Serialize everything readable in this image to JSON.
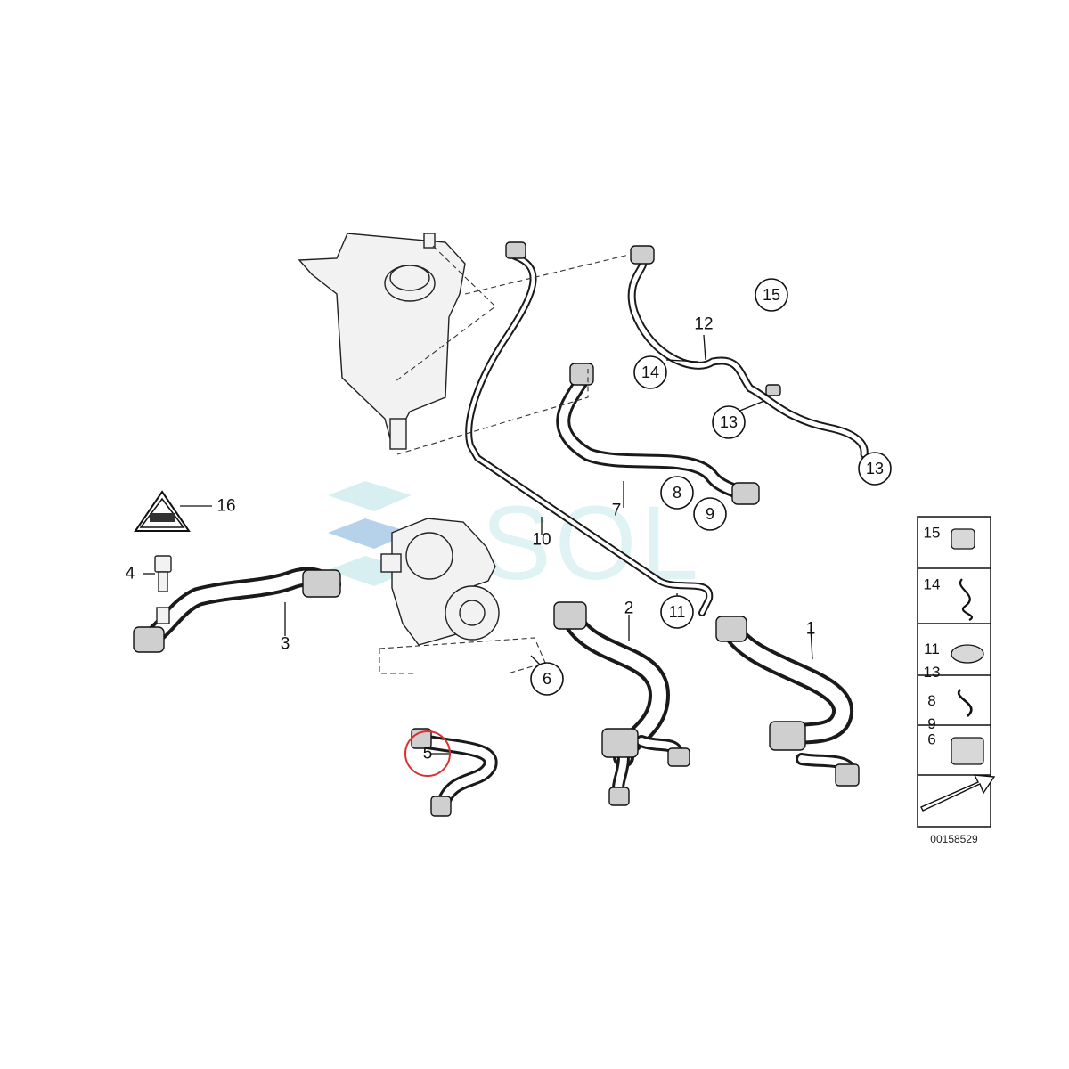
{
  "diagram": {
    "watermark": "SOL",
    "diagram_id": "00158529",
    "labels": {
      "p1": "1",
      "p2": "2",
      "p3": "3",
      "p4": "4",
      "p5": "5",
      "p6": "6",
      "p7": "7",
      "p8": "8",
      "p9": "9",
      "p10": "10",
      "p11": "11",
      "p12": "12",
      "p13a": "13",
      "p13b": "13",
      "p14": "14",
      "p15": "15",
      "p16": "16"
    },
    "legend": {
      "rows": [
        {
          "numbers": "15"
        },
        {
          "numbers": "14"
        },
        {
          "numbers": "11\n13"
        },
        {
          "numbers": "8\n9"
        },
        {
          "numbers": "6"
        }
      ]
    },
    "highlight": {
      "label": "5",
      "color": "#d93030"
    }
  }
}
